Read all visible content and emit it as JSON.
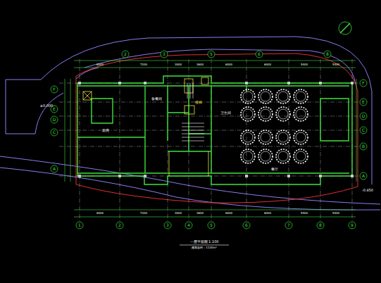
{
  "diagram": {
    "title": "一层平面图 1:100",
    "caption": "建筑面积：1120m²",
    "labels": [
      "1",
      "2",
      "3",
      "4",
      "5",
      "6",
      "7",
      "8",
      "9",
      "2",
      "3",
      "5",
      "6",
      "8",
      "F",
      "E",
      "D",
      "C",
      "B",
      "A",
      "F",
      "E",
      "D",
      "C",
      "A",
      "6000",
      "7200",
      "3000",
      "3600",
      "6000",
      "6000",
      "5400",
      "5400",
      "6000",
      "7200",
      "3000",
      "3600",
      "6000",
      "6000",
      "5400",
      "5400",
      "厨房",
      "备餐间",
      "楼梯",
      "卫生间",
      "餐厅",
      "±0.000",
      "-0.450"
    ]
  }
}
